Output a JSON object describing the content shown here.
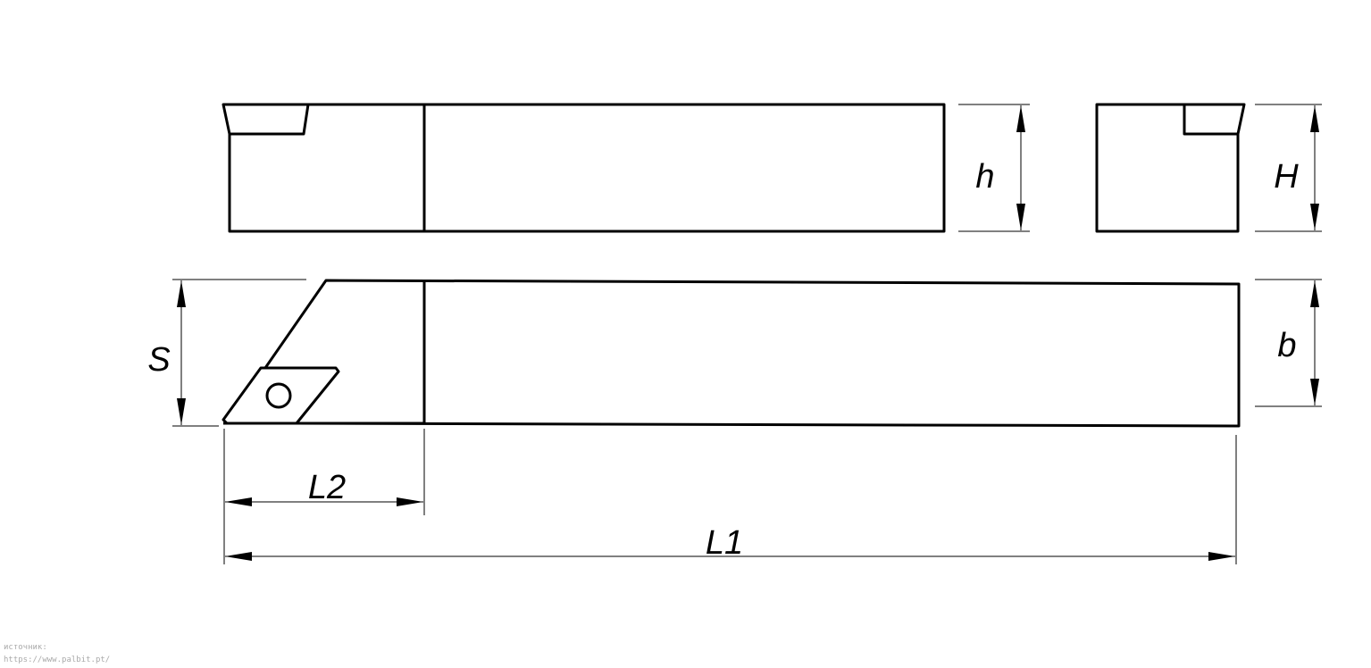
{
  "labels": {
    "h": "h",
    "H": "H",
    "S": "S",
    "b": "b",
    "L2": "L2",
    "L1": "L1"
  },
  "source": {
    "caption": "источник:",
    "url": "https://www.palbit.pt/"
  }
}
